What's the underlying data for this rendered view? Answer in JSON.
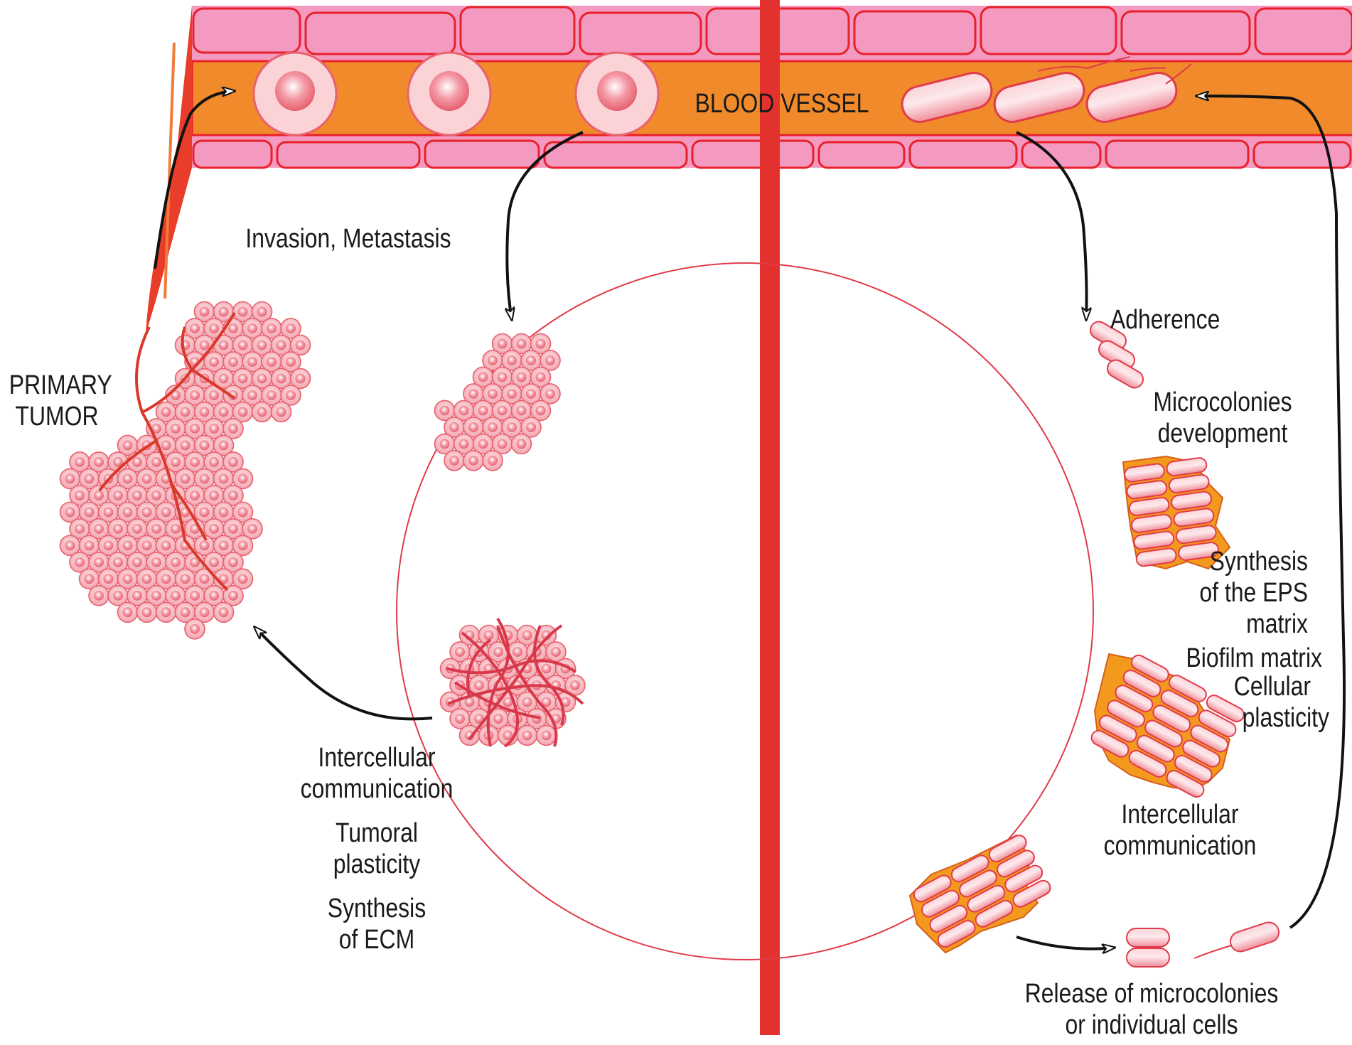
{
  "labels": {
    "blood_vessel": "BLOOD VESSEL",
    "invasion": "Invasion, Metastasis",
    "primary_tumor_line1": "PRIMARY",
    "primary_tumor_line2": "TUMOR",
    "intercellular_left_1": "Intercellular",
    "intercellular_left_2": "communication",
    "tumoral_1": "Tumoral",
    "tumoral_2": "plasticity",
    "ecm_1": "Synthesis",
    "ecm_2": "of ECM",
    "adherence": "Adherence",
    "microcolonies_1": "Microcolonies",
    "microcolonies_2": "development",
    "eps_1": "Synthesis",
    "eps_2": "of the EPS",
    "eps_3": "matrix",
    "biofilm_1": "Biofilm matrix",
    "biofilm_2": "Cellular",
    "biofilm_3": "plasticity",
    "intercellular_right_1": "Intercellular",
    "intercellular_right_2": "communication",
    "release_1": "Release of microcolonies",
    "release_2": "or individual cells"
  },
  "colors": {
    "vessel_wall": "#f49ac1",
    "vessel_outline": "#e8202a",
    "blood": "#f08a2a",
    "divider": "#e3312d",
    "cell_fill": "#f7b7bf",
    "cell_outline": "#e8616e",
    "eps_matrix": "#f39a1e",
    "arrow": "#111111"
  }
}
